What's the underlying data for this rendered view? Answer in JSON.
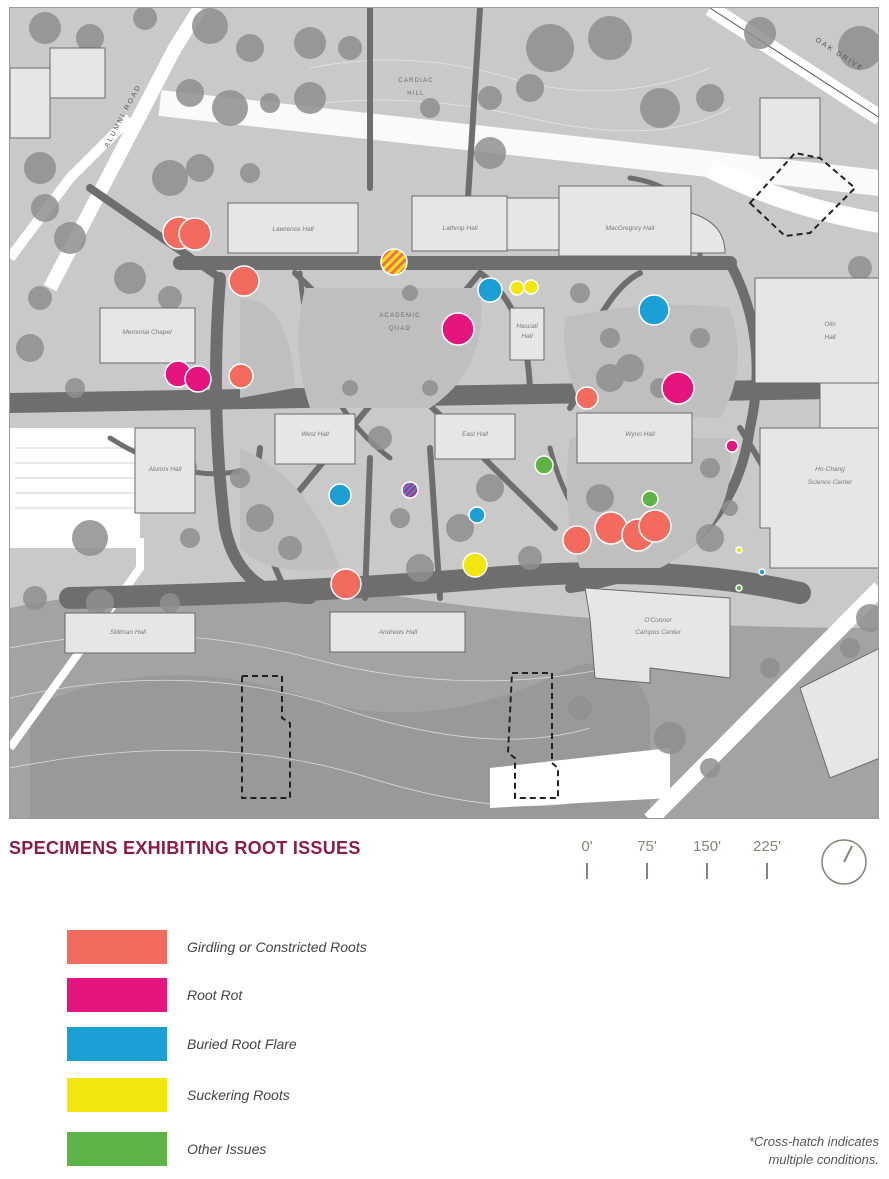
{
  "map": {
    "labels": {
      "lawrence": "Lawrence Hall",
      "lathrop": "Lathrop Hall",
      "macgregory": "MacGregory Hall",
      "memorial": "Memorial Chapel",
      "hascall_1": "Hascall",
      "hascall_2": "Hall",
      "olin_1": "Olin",
      "olin_2": "Hall",
      "west": "West Hall",
      "east": "East Hall",
      "wynn": "Wynn Hall",
      "alumni_hall": "Alumni Hall",
      "hochang_1": "Ho-Chang",
      "hochang_2": "Science Center",
      "stillman": "Stillman Hall",
      "andrews": "Andrews Hall",
      "oconnor_1": "O'Connor",
      "oconnor_2": "Campus Center",
      "cardiac_1": "CARDIAC",
      "cardiac_2": "HILL",
      "quad_1": "ACADEMIC",
      "quad_2": "QUAD",
      "alumni_road": "ALUMNI ROAD",
      "oak_drive": "OAK DRIVE"
    }
  },
  "legend": {
    "title": "SPECIMENS EXHIBITING ROOT ISSUES",
    "items": [
      {
        "label": "Girdling or Constricted Roots",
        "color": "#f26b5e"
      },
      {
        "label": "Root Rot",
        "color": "#e5147f"
      },
      {
        "label": "Buried Root Flare",
        "color": "#1b9fd4"
      },
      {
        "label": "Suckering Roots",
        "color": "#f2e60d"
      },
      {
        "label": "Other Issues",
        "color": "#5fb245"
      }
    ],
    "footnote_1": "*Cross-hatch indicates",
    "footnote_2": "multiple conditions."
  },
  "scale": {
    "labels": [
      "0'",
      "75'",
      "150'",
      "225'"
    ]
  }
}
